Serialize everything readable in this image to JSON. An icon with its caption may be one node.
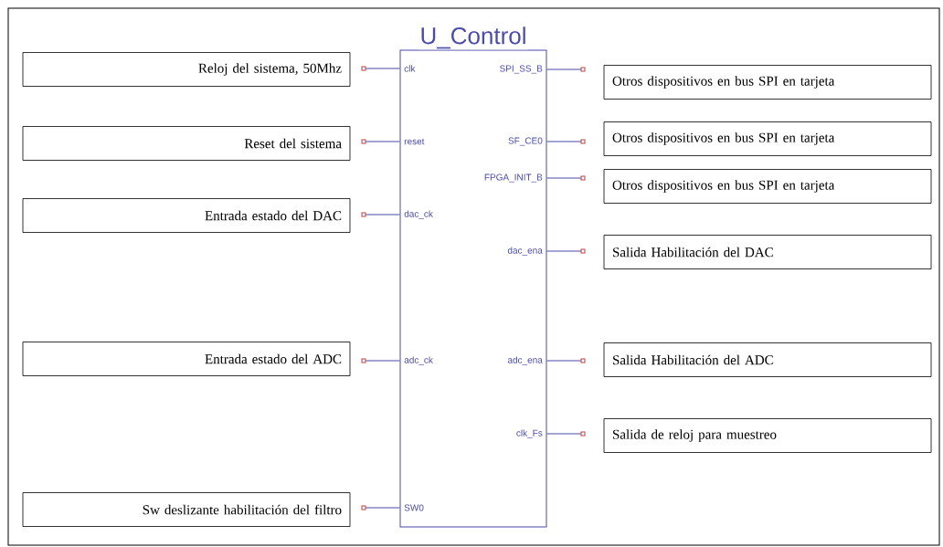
{
  "diagram": {
    "nodes": [
      {
        "text": [
          "U_Control"
        ]
      },
      {
        "text": [
          "Reloj del sistema, 50Mhz"
        ]
      },
      {
        "text": [
          "Reset del sistema"
        ]
      },
      {
        "text": [
          "Entrada estado del DAC"
        ]
      },
      {
        "text": [
          "Entrada estado del ADC"
        ]
      },
      {
        "text": [
          "Sw deslizante habilitación del filtro"
        ]
      },
      {
        "text": [
          "Otros dispositivos en bus SPI en tarjeta"
        ]
      },
      {
        "text": [
          "Otros dispositivos en bus SPI en tarjeta"
        ]
      },
      {
        "text": [
          "Otros dispositivos en bus SPI en tarjeta"
        ]
      },
      {
        "text": [
          "Salida Habilitación del DAC"
        ]
      },
      {
        "text": [
          "Salida Habilitación del ADC"
        ]
      },
      {
        "text": [
          "Salida de reloj para muestreo"
        ]
      }
    ],
    "labels": [
      "clk",
      "SPI_SS_B",
      "reset",
      "SF_CE0",
      "FPGA_INIT_B",
      "dac_ck",
      "dac_ena",
      "adc_ck",
      "adc_ena",
      "clk_Fs",
      "SW0"
    ]
  }
}
